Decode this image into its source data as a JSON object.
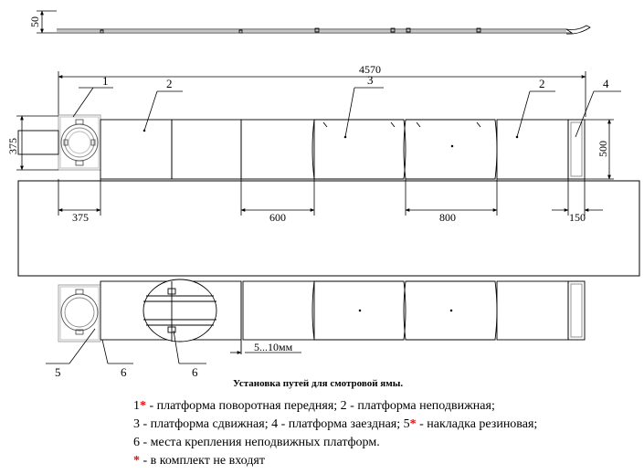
{
  "dimensions": {
    "side_height": "50",
    "total_length": "4570",
    "turntable_height": "375",
    "turntable_width": "375",
    "sliding_width": "600",
    "platform_width": "800",
    "ramp_width": "150",
    "ramp_height": "500",
    "gap": "5...10мм"
  },
  "callouts": {
    "c1": "1",
    "c2a": "2",
    "c3": "3",
    "c2b": "2",
    "c4": "4",
    "c5": "5",
    "c6a": "6",
    "c6b": "6"
  },
  "caption": "Установка путей для смотровой ямы.",
  "legend": {
    "line1_num": "1",
    "line1_star": "*",
    "line1_text": " -  платформа поворотная передняя; 2 - платформа неподвижная;",
    "line2_a": "3 - платформа сдвижная; 4 - платформа заездная; 5",
    "line2_star": "*",
    "line2_b": " - накладка резиновая;",
    "line3": "6 - места крепления неподвижных платформ.",
    "line4_star": "*",
    "line4_text": " -  в комплект не входят"
  },
  "colors": {
    "star": "#dd1111",
    "line": "#000000",
    "light_line": "#888888"
  }
}
